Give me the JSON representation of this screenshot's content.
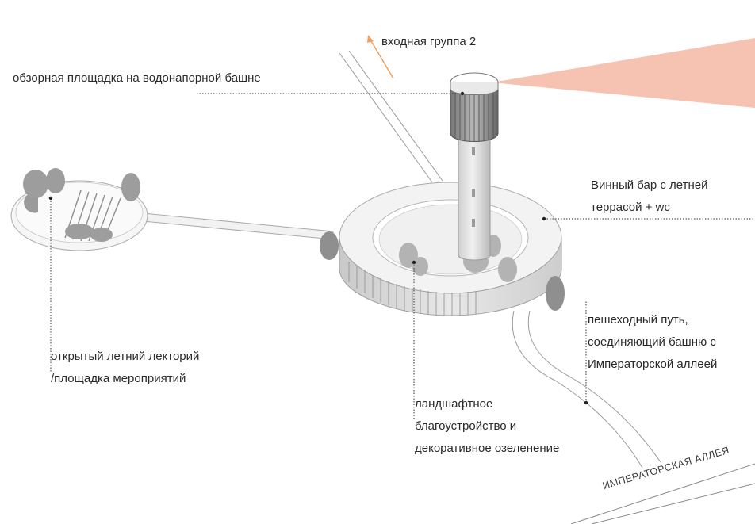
{
  "labels": {
    "entrance_group": "входная группа 2",
    "observation_deck": "обзорная площадка на водонапорной башне",
    "wine_bar": [
      "Винный бар с летней",
      "террасой + wc"
    ],
    "lecture_hall": [
      "открытый летний лекторий",
      "/площадка мероприятий"
    ],
    "landscape": [
      "ландшафтное",
      "благоустройство и",
      "декоративное озеленение"
    ],
    "footpath": [
      "пешеходный путь,",
      "соединяющий башню с",
      "Императорской аллеей"
    ],
    "road": "ИМПЕРАТОРСКАЯ АЛЛЕЯ"
  },
  "colors": {
    "view_cone": "#f4b7a4",
    "entrance_arrow": "#f0a060",
    "leader_line": "#333333",
    "building_grey": "#d9d9d9"
  }
}
